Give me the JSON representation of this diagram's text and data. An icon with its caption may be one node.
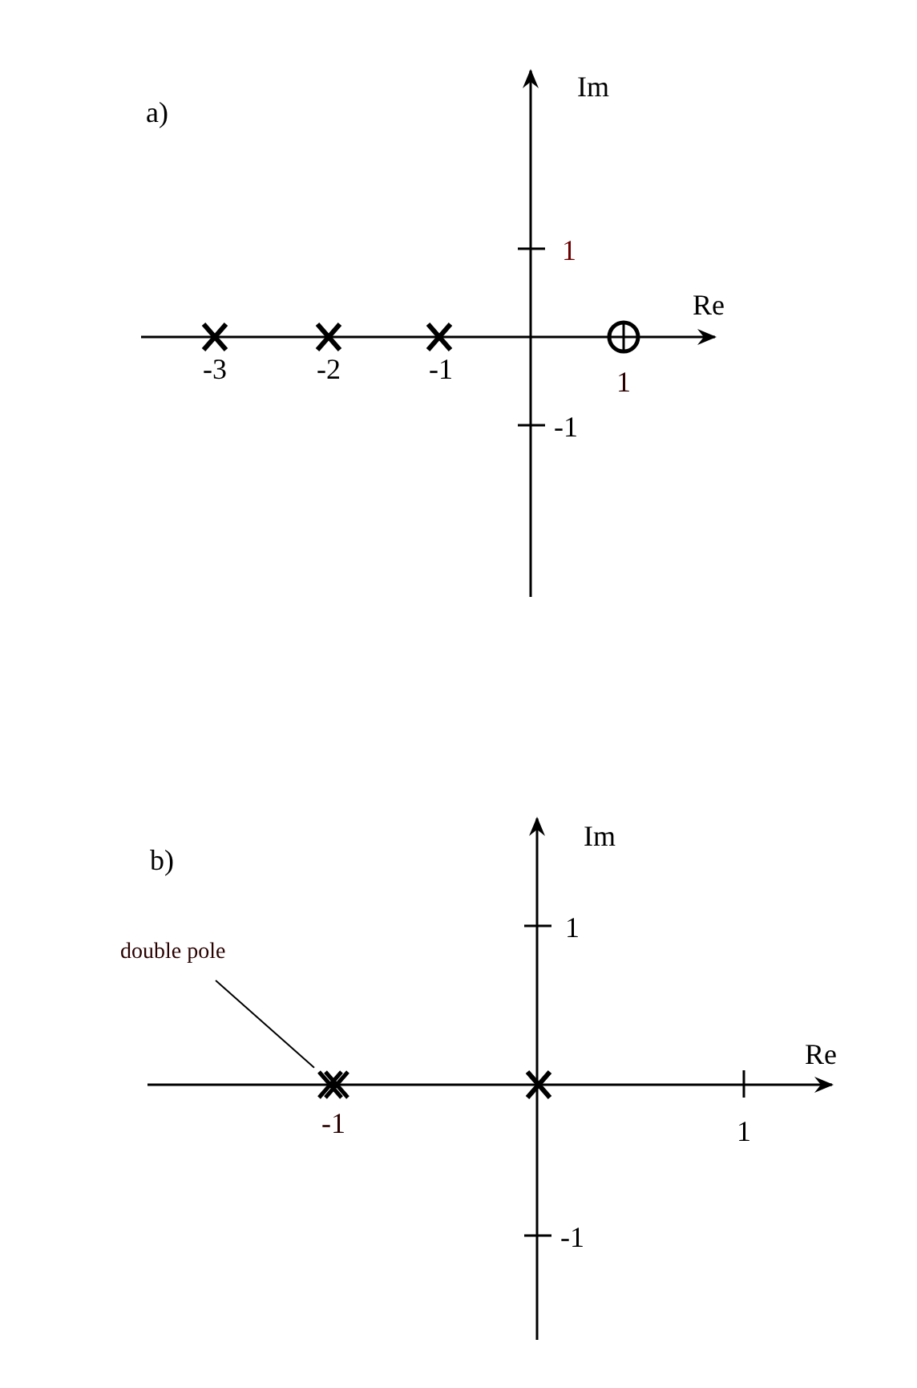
{
  "diagram": {
    "nodes": [
      {
        "text": [
          "double pole"
        ]
      },
      {
        "text": [],
        "shape": "cross"
      }
    ],
    "edges": [
      {
        "from": 0,
        "to": 1,
        "arrow": "none"
      }
    ],
    "labels": [
      "a)",
      "Im",
      "1",
      "Re",
      "-3",
      "-2",
      "-1",
      "1",
      "-1",
      "b)",
      "Im",
      "1",
      "Re",
      "-1",
      "1",
      "-1"
    ]
  }
}
